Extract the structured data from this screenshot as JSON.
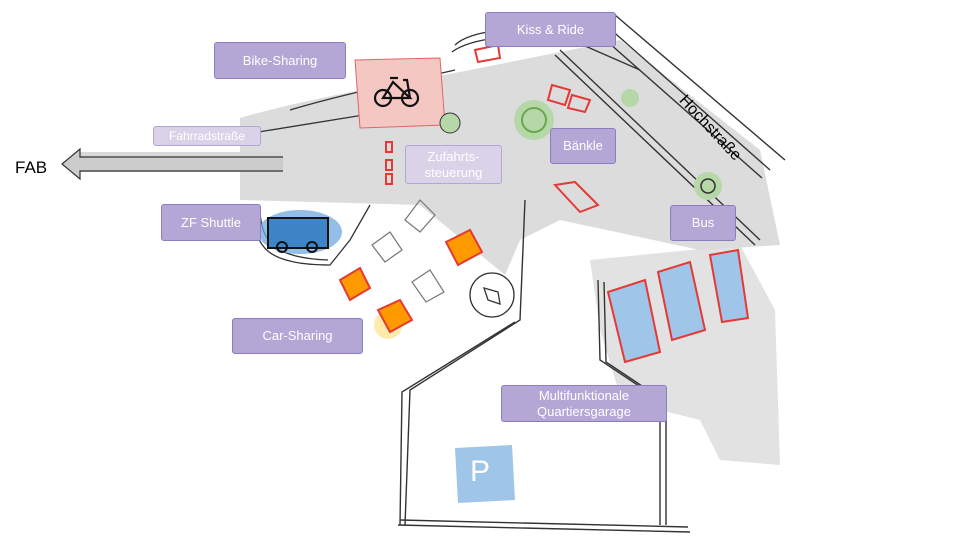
{
  "labels": {
    "kiss_ride": "Kiss & Ride",
    "bike_sharing": "Bike-Sharing",
    "fahrradstrasse": "Fahrradstraße",
    "zufahrt_line1": "Zufahrts-",
    "zufahrt_line2": "steuerung",
    "baenkle": "Bänkle",
    "zf_shuttle": "ZF Shuttle",
    "bus": "Bus",
    "car_sharing": "Car-Sharing",
    "garage_line1": "Multifunktionale",
    "garage_line2": "Quartiersgarage"
  },
  "free_text": {
    "fab": "FAB",
    "hochstrasse": "Hochstraße",
    "parking": "P"
  },
  "colors": {
    "label_fill": "#b4a7d6",
    "label_border": "#8e7cc3",
    "label_fill_light": "#d9d2e9",
    "road_gray": "#d9d9d9",
    "sketch_red": "#e53935",
    "sketch_orange": "#ff7043",
    "bus_blue": "#9fc5e8",
    "bike_area_pink": "#f4c7c3",
    "tree_green": "#b6d7a8",
    "parking_blue": "#9fc5e8",
    "ink": "#222222"
  },
  "icons": [
    "bicycle-icon",
    "parking-icon",
    "arrow-left-icon",
    "tree-icon",
    "car-icon",
    "bus-icon",
    "shuttle-icon"
  ]
}
